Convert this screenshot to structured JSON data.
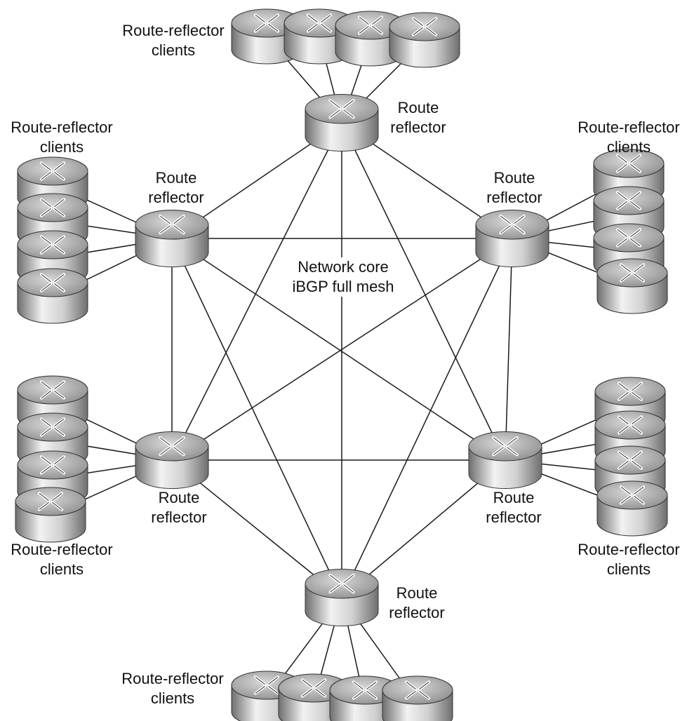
{
  "labels": {
    "route": "Route",
    "reflector": "reflector",
    "clients_line1": "Route-reflector",
    "clients_line2": "clients",
    "core_line1": "Network core",
    "core_line2": "iBGP full mesh"
  },
  "colors": {
    "line": "#1a1a1a",
    "router_light": "#f2f2f2",
    "router_mid": "#b9b9b9",
    "router_dark": "#6e6e6e",
    "router_top": "#9a9a9a",
    "arrow": "#ffffff"
  },
  "icons": [
    "router-icon"
  ]
}
